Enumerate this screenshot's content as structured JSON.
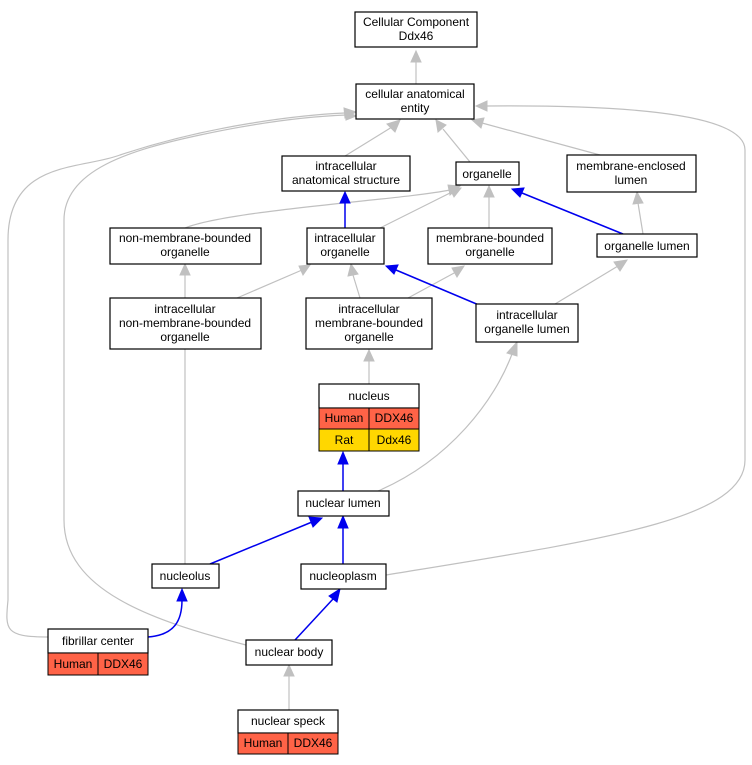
{
  "colors": {
    "human": "#ff6347",
    "rat": "#ffd700",
    "is_a_edge": "#c0c0c0",
    "part_of_edge": "#0000ee"
  },
  "nodes": {
    "root": {
      "line1": "Cellular Component",
      "line2": "Ddx46"
    },
    "cae": {
      "line1": "cellular anatomical",
      "line2": "entity"
    },
    "ias": {
      "line1": "intracellular",
      "line2": "anatomical structure"
    },
    "organelle": {
      "line1": "organelle"
    },
    "mel": {
      "line1": "membrane-enclosed",
      "line2": "lumen"
    },
    "nmbo": {
      "line1": "non-membrane-bounded",
      "line2": "organelle"
    },
    "io": {
      "line1": "intracellular",
      "line2": "organelle"
    },
    "mbo": {
      "line1": "membrane-bounded",
      "line2": "organelle"
    },
    "ol": {
      "line1": "organelle lumen"
    },
    "inmbo": {
      "line1": "intracellular",
      "line2": "non-membrane-bounded",
      "line3": "organelle"
    },
    "imbo": {
      "line1": "intracellular",
      "line2": "membrane-bounded",
      "line3": "organelle"
    },
    "iol": {
      "line1": "intracellular",
      "line2": "organelle lumen"
    },
    "nucleus": {
      "line1": "nucleus",
      "rows": [
        {
          "species": "Human",
          "gene": "DDX46"
        },
        {
          "species": "Rat",
          "gene": "Ddx46"
        }
      ]
    },
    "nlumen": {
      "line1": "nuclear lumen"
    },
    "nucleolus": {
      "line1": "nucleolus"
    },
    "nucleoplasm": {
      "line1": "nucleoplasm"
    },
    "fc": {
      "line1": "fibrillar center",
      "rows": [
        {
          "species": "Human",
          "gene": "DDX46"
        }
      ]
    },
    "nbody": {
      "line1": "nuclear body"
    },
    "nspeck": {
      "line1": "nuclear speck",
      "rows": [
        {
          "species": "Human",
          "gene": "DDX46"
        }
      ]
    }
  }
}
